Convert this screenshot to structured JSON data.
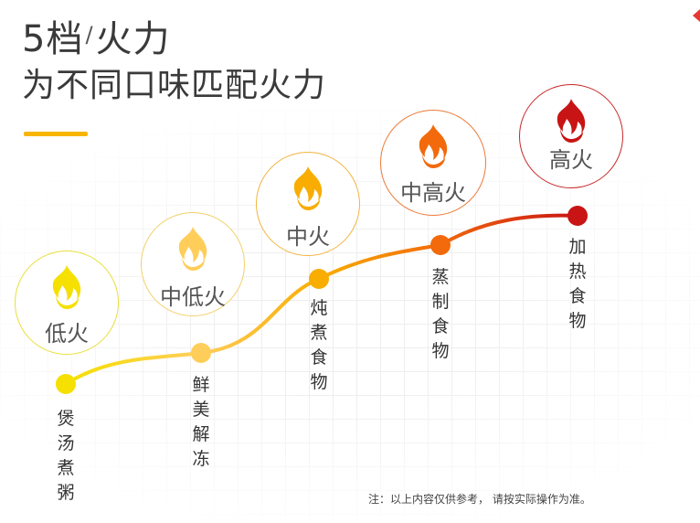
{
  "header": {
    "title_main": "5档",
    "title_sep": "/",
    "title_end": "火力",
    "subtitle": "为不同口味匹配火力",
    "accent_color": "#f7b500"
  },
  "levels": [
    {
      "label": "低火",
      "food": "煲汤煮粥",
      "color": "#f5e000",
      "ring": "#e8df3a",
      "icon": "flame-icon"
    },
    {
      "label": "中低火",
      "food": "鲜美解冻",
      "color": "#ffcd5a",
      "ring": "#f2d06a",
      "icon": "flame-icon"
    },
    {
      "label": "中火",
      "food": "炖煮食物",
      "color": "#f8ad00",
      "ring": "#f2b440",
      "icon": "flame-icon"
    },
    {
      "label": "中高火",
      "food": "蒸制食物",
      "color": "#f26a0c",
      "ring": "#ec7a3a",
      "icon": "flame-icon"
    },
    {
      "label": "高火",
      "food": "加热食物",
      "color": "#c81414",
      "ring": "#c82828",
      "icon": "flame-icon"
    }
  ],
  "note": "注：以上内容仅供参考， 请按实际操作为准。"
}
